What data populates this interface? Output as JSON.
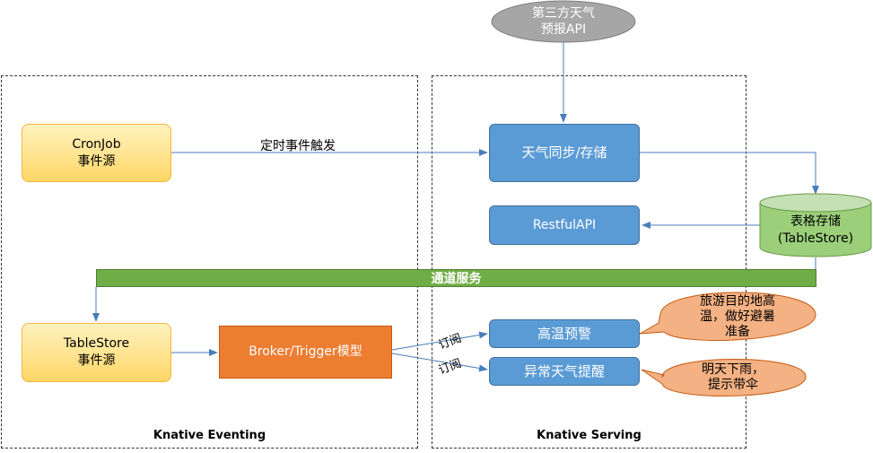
{
  "external": {
    "line1": "第三方天气",
    "line2": "预报API"
  },
  "regions": {
    "eventing": "Knative Eventing",
    "serving": "Knative Serving"
  },
  "nodes": {
    "cronjob": {
      "line1": "CronJob",
      "line2": "事件源"
    },
    "weather_sync": "天气同步/存储",
    "restful": "RestfulAPI",
    "tablestore_db": {
      "line1": "表格存储",
      "line2": "(TableStore)"
    },
    "channel": "通道服务",
    "tablestore_src": {
      "line1": "TableStore",
      "line2": "事件源"
    },
    "broker": "Broker/Trigger模型",
    "high_temp": "高温预警",
    "abnormal": "异常天气提醒"
  },
  "edges": {
    "timer": "定时事件触发",
    "subscribe1": "订阅",
    "subscribe2": "订阅"
  },
  "callouts": {
    "high_temp": [
      "旅游目的地高",
      "温，做好避暑",
      "准备"
    ],
    "rain": [
      "明天下雨，",
      "提示带伞"
    ]
  },
  "colors": {
    "blue": "#5b9bd5",
    "orange": "#ed7d31",
    "green": "#70ad47",
    "yellow": "#ffd766",
    "callout": "#f4b183",
    "ellipse": "#a6a6a6"
  }
}
